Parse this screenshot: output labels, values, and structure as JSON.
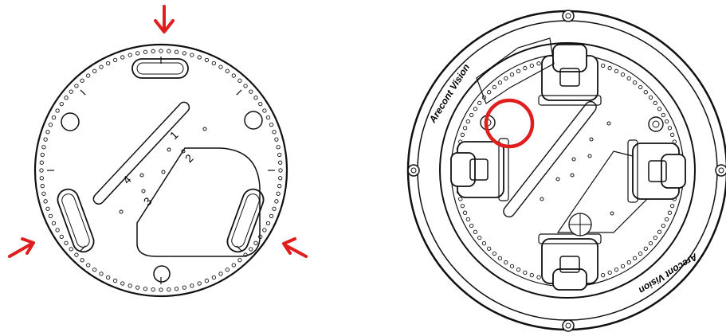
{
  "colors": {
    "arrow": "#e01e1e",
    "highlight": "#e01e1e",
    "line": "#111111",
    "background": "#ffffff"
  },
  "left_plate": {
    "slot_numbers": [
      "1",
      "2",
      "3",
      "4"
    ],
    "arrows": [
      {
        "name": "arrow-top",
        "direction": "down"
      },
      {
        "name": "arrow-bottom-left",
        "direction": "up-right"
      },
      {
        "name": "arrow-bottom-right",
        "direction": "up-left"
      }
    ]
  },
  "right_camera": {
    "brand_text_top": "Arecont Vision",
    "brand_text_bottom": "Arecont Vision",
    "lens_count": 4,
    "highlight_shape": "circle"
  }
}
